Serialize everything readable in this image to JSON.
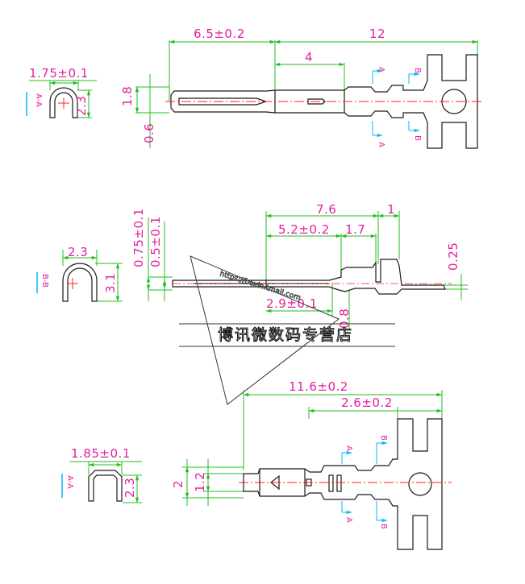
{
  "colors": {
    "outline": "#1a1a1a",
    "dimension": "#1fbf1f",
    "dimension_text": "#e61e9f",
    "centerline": "#ff2020",
    "section_marker": "#00b7ff"
  },
  "top_view": {
    "dims": {
      "overall": "12",
      "crimp_len": "6.5±0.2",
      "barrel_len": "4",
      "pin_width": "1.8",
      "pin_thick": "0.6"
    },
    "section_a": {
      "tag": "A-A",
      "width": "1.75±0.1",
      "height": "2.3"
    },
    "cut_labels": [
      "A",
      "A",
      "B",
      "B"
    ]
  },
  "side_view": {
    "dims": {
      "total": "7.6",
      "step": "1",
      "len_a": "5.2±0.2",
      "len_b": "1.7",
      "lead": "2.9±0.1",
      "h1": "0.75±0.1",
      "h2": "0.5±0.1",
      "thick": "0.25",
      "rise": "0.8"
    },
    "section_b": {
      "tag": "B-B",
      "width": "2.3",
      "height": "3.1"
    }
  },
  "bottom_view": {
    "dims": {
      "overall": "11.6±0.2",
      "tail": "2.6±0.2",
      "outer_h": "2",
      "inner_h": "1.2"
    },
    "section_a": {
      "tag": "A-A",
      "width": "1.85±0.1",
      "height": "2.3"
    },
    "cut_labels": [
      "A",
      "A",
      "B",
      "B"
    ]
  },
  "watermark": {
    "url": "https://boxin.tmall.com",
    "shop": "博讯微数码专营店"
  }
}
